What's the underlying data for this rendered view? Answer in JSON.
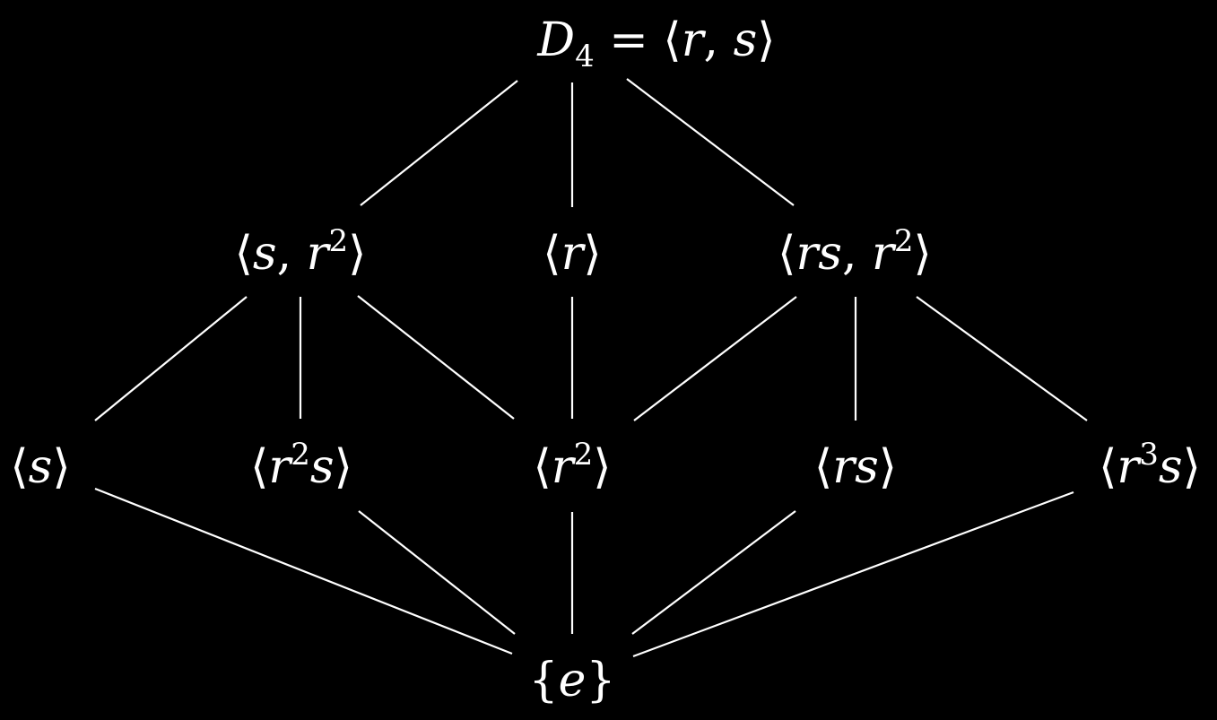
{
  "diagram": {
    "background": "#000000",
    "foreground": "#ffffff",
    "nodes": {
      "d4": {
        "prefix": "D",
        "sub": "4",
        "eq": " = ",
        "lang": "⟨",
        "a": "r",
        "comma": ", ",
        "b": "s",
        "rang": "⟩"
      },
      "s_r2": {
        "lang": "⟨",
        "a": "s",
        "comma": ", ",
        "b": "r",
        "sup": "2",
        "rang": "⟩"
      },
      "r": {
        "lang": "⟨",
        "a": "r",
        "rang": "⟩"
      },
      "rs_r2": {
        "lang": "⟨",
        "a": "rs",
        "comma": ", ",
        "b": "r",
        "sup": "2",
        "rang": "⟩"
      },
      "s": {
        "lang": "⟨",
        "a": "s",
        "rang": "⟩"
      },
      "r2s": {
        "lang": "⟨",
        "a": "r",
        "sup": "2",
        "b": "s",
        "rang": "⟩"
      },
      "r2": {
        "lang": "⟨",
        "a": "r",
        "sup": "2",
        "rang": "⟩"
      },
      "rs": {
        "lang": "⟨",
        "a": "rs",
        "rang": "⟩"
      },
      "r3s": {
        "lang": "⟨",
        "a": "r",
        "sup": "3",
        "b": "s",
        "rang": "⟩"
      },
      "e": {
        "lbrace": "{",
        "a": "e",
        "rbrace": "}"
      }
    }
  }
}
